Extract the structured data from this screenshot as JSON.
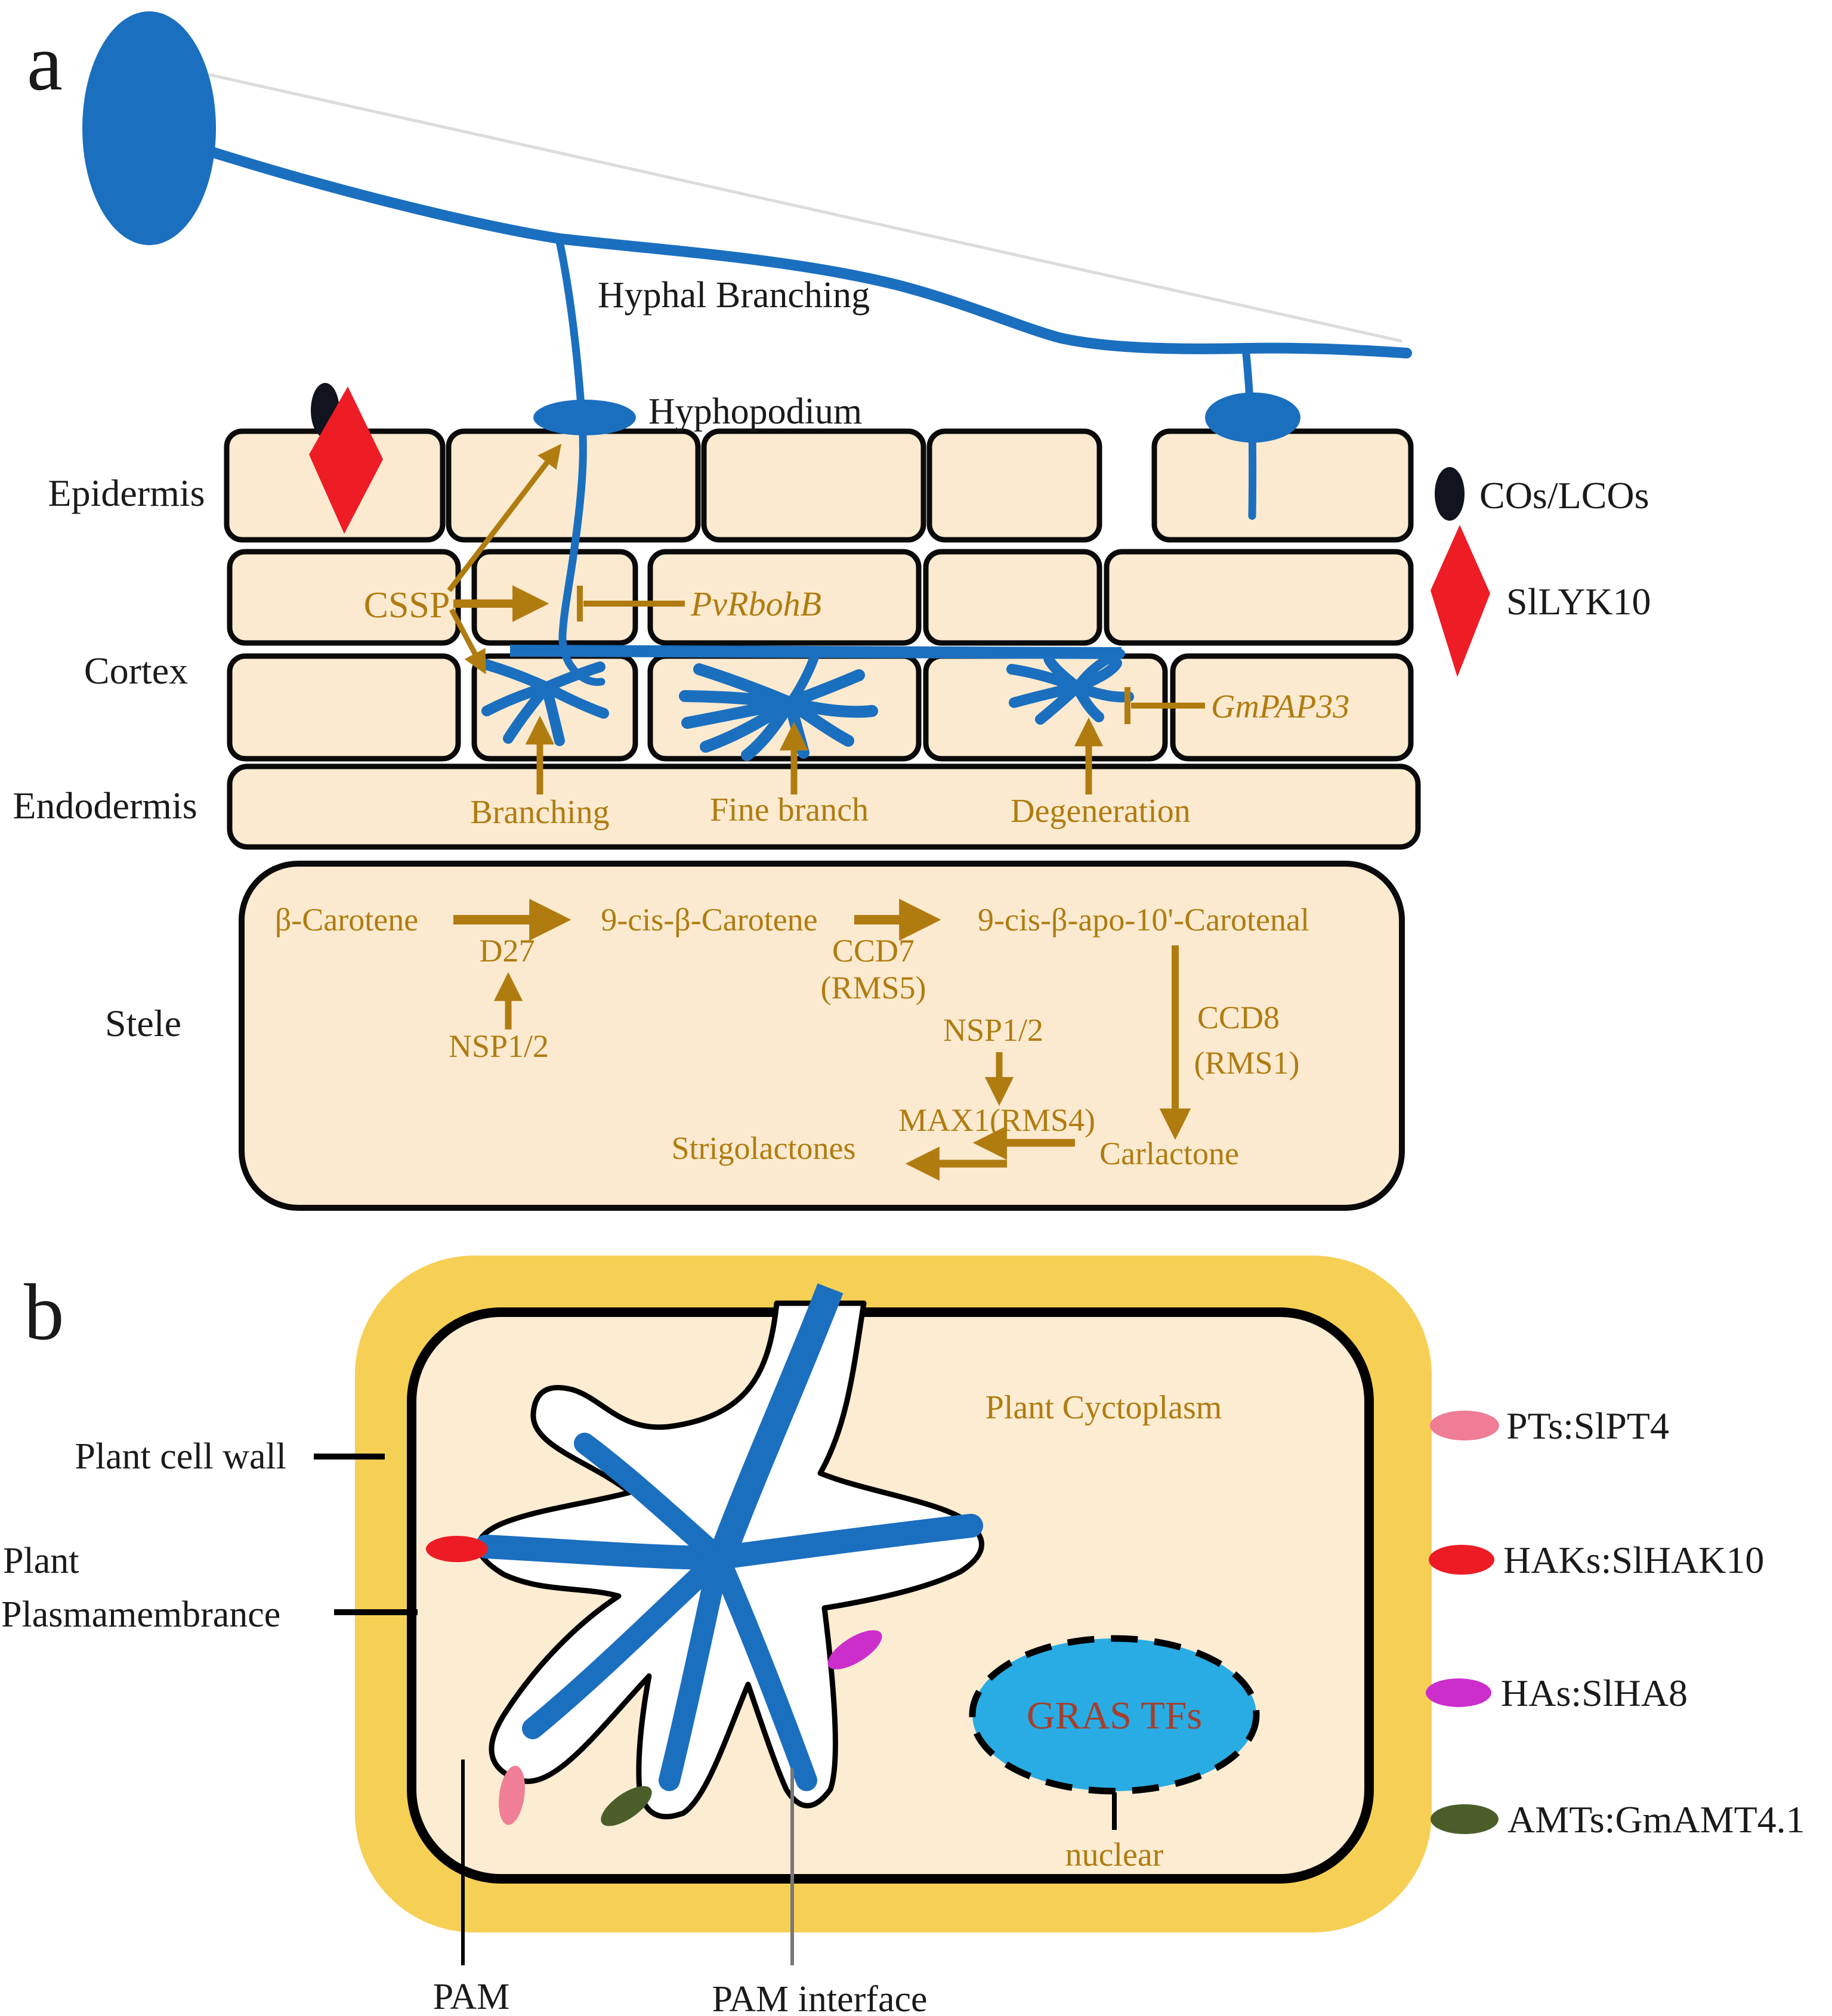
{
  "figure": {
    "panel_a_label": "a",
    "panel_b_label": "b"
  },
  "panel_a": {
    "annotations": {
      "hyphal_branching": "Hyphal Branching",
      "hyphopodium": "Hyphopodium",
      "cssp": "CSSP",
      "pvrbohb": "PvRbohB",
      "gmpap33": "GmPAP33",
      "branching": "Branching",
      "fine_branch": "Fine branch",
      "degeneration": "Degeneration"
    },
    "layers": {
      "epidermis": "Epidermis",
      "cortex": "Cortex",
      "endodermis": "Endodermis",
      "stele": "Stele"
    },
    "pathway": {
      "beta_carotene": "β-Carotene",
      "nine_cis_carotene": "9-cis-β-Carotene",
      "carotenal": "9-cis-β-apo-10'-Carotenal",
      "d27": "D27",
      "ccd7": "CCD7",
      "rms5": "(RMS5)",
      "nsp12_left": "NSP1/2",
      "nsp12_right": "NSP1/2",
      "max1": "MAX1(RMS4)",
      "ccd8": "CCD8",
      "rms1": "(RMS1)",
      "carlactone": "Carlactone",
      "strigolactones": "Strigolactones"
    },
    "legend": [
      {
        "symbol": "black-oval",
        "label": "COs/LCOs"
      },
      {
        "symbol": "red-diamond",
        "label": "SlLYK10"
      }
    ]
  },
  "panel_b": {
    "labels": {
      "plant_cell_wall": "Plant cell wall",
      "plasmamembrance_line1": "Plant",
      "plasmamembrance_line2": "Plasmamembrance",
      "plant_cytoplasm": "Plant Cyctoplasm",
      "gras_tfs": "GRAS TFs",
      "nuclear": "nuclear",
      "pam": "PAM",
      "pam_interface": "PAM interface"
    },
    "legend": [
      {
        "symbol": "pink-ellipse",
        "label": "PTs:SlPT4"
      },
      {
        "symbol": "red-ellipse",
        "label": "HAKs:SlHAK10"
      },
      {
        "symbol": "magenta-ellipse",
        "label": "HAs:SlHA8"
      },
      {
        "symbol": "olive-ellipse",
        "label": "AMTs:GmAMT4.1"
      }
    ]
  },
  "colors": {
    "hypha_blue": "#1b6fbf",
    "cell_fill": "#fbead0",
    "golden": "#b07c10",
    "wall_yellow": "#f6cf55",
    "cytoplasm": "#fbecd2",
    "gras_blue": "#29abe3",
    "gras_text": "#a63e2a",
    "red": "#ed1c24",
    "magenta": "#cc2ecc",
    "pink": "#f07e96",
    "olive": "#4b5e2a"
  }
}
